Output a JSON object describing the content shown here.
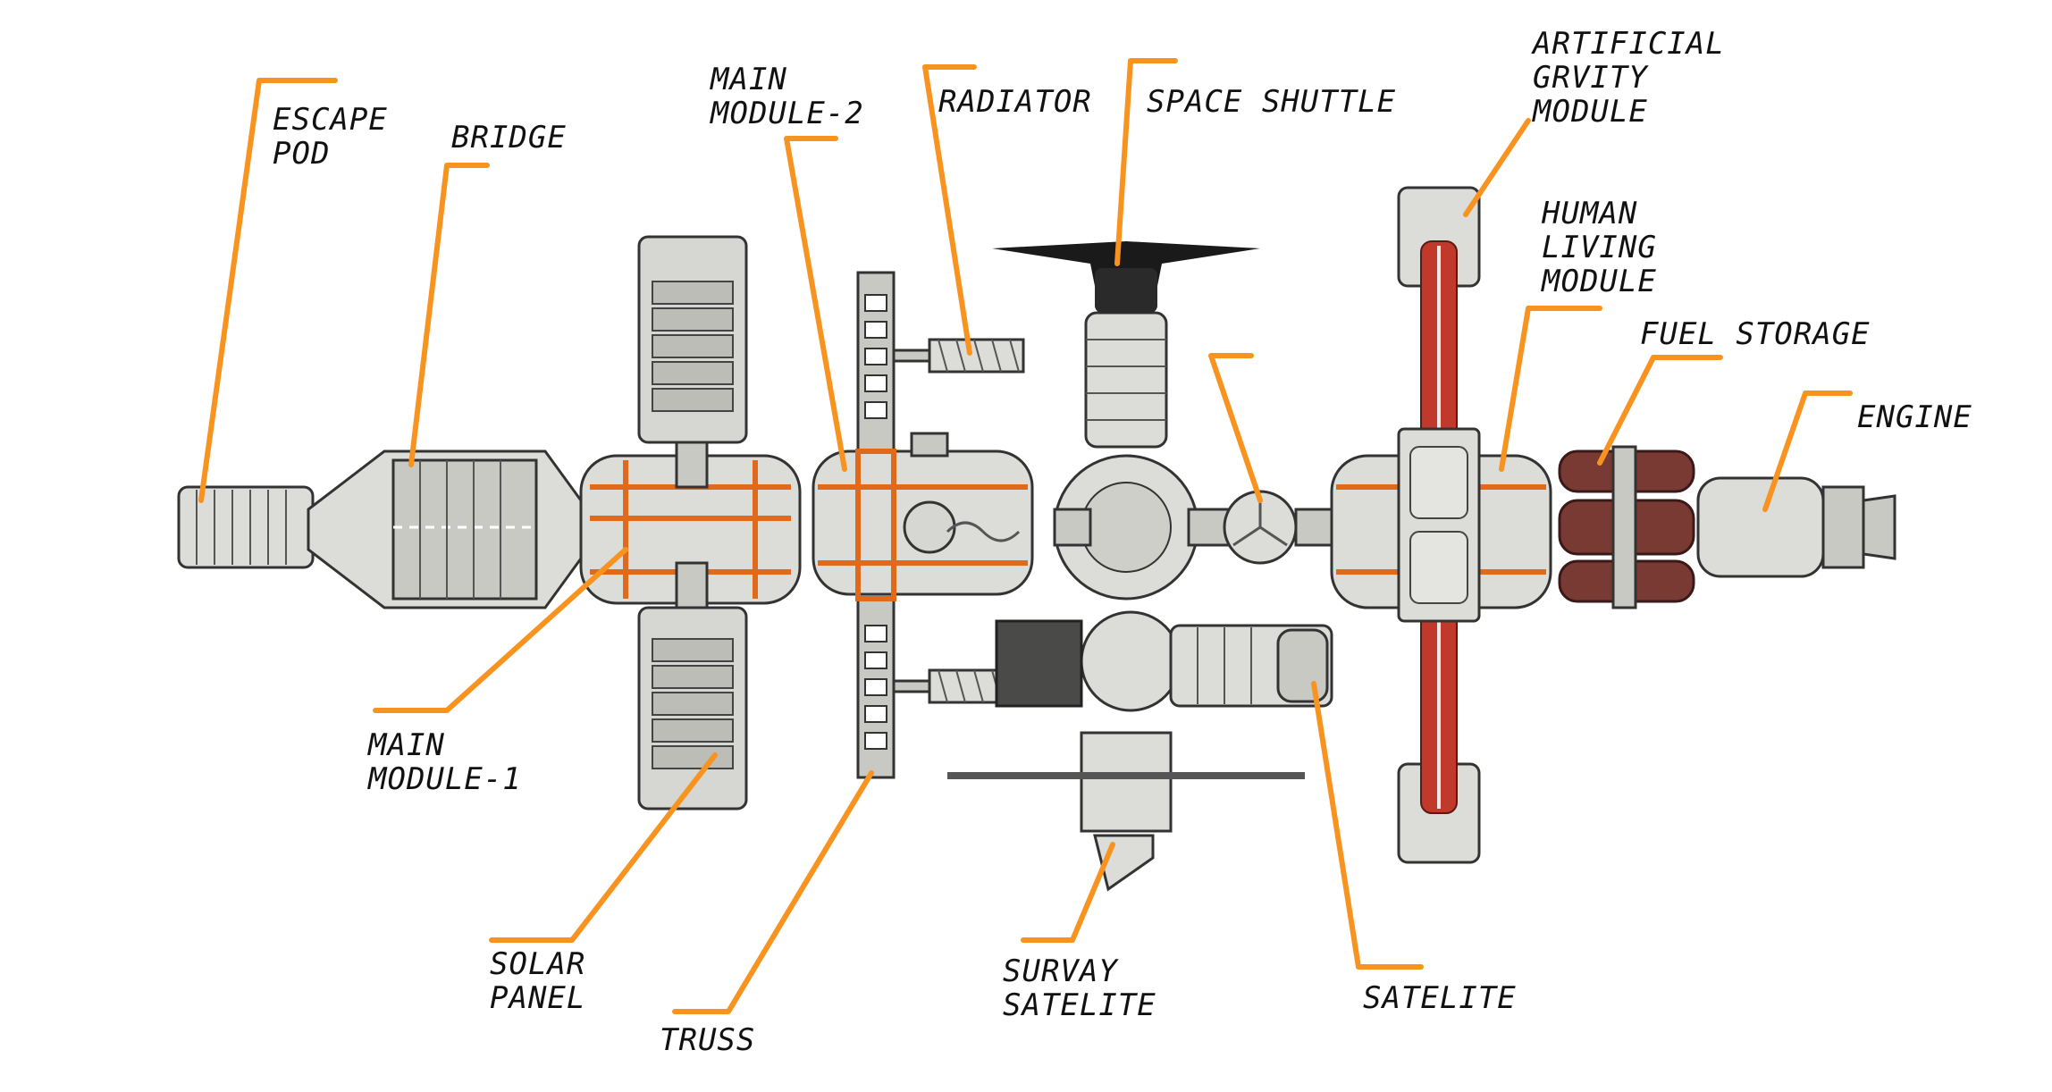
{
  "labels": {
    "escape_pod": [
      "ESCAPE",
      "POD"
    ],
    "bridge": [
      "BRIDGE"
    ],
    "main_module_2": [
      "MAIN",
      "MODULE-2"
    ],
    "radiator": [
      "RADIATOR"
    ],
    "space_shuttle": [
      "SPACE SHUTTLE"
    ],
    "artificial_gravity": [
      "ARTIFICIAL",
      "GRVITY",
      "MODULE"
    ],
    "human_living": [
      "HUMAN",
      "LIVING",
      "MODULE"
    ],
    "fuel_storage": [
      "FUEL STORAGE"
    ],
    "engine": [
      "ENGINE"
    ],
    "main_module_1": [
      "MAIN",
      "MODULE-1"
    ],
    "solar_panel": [
      "SOLAR",
      "PANEL"
    ],
    "truss": [
      "TRUSS"
    ],
    "survay_satelite": [
      "SURVAY",
      "SATELITE"
    ],
    "satelite": [
      "SATELITE"
    ]
  },
  "colors": {
    "leader": "#f7931e",
    "accent_ring": "#e06a1a",
    "fuel_tank": "#7a3a34",
    "gravity_bar": "#c0392b",
    "hull": "#dcdcd8"
  }
}
